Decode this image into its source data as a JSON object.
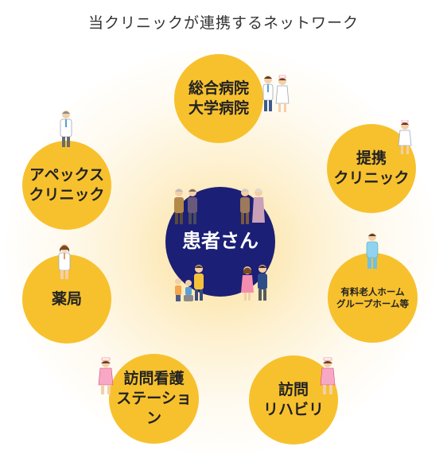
{
  "title": "当クリニックが連携するネットワーク",
  "center": {
    "label": "患者さん"
  },
  "nodes": {
    "daigaku": [
      "総合病院",
      "大学病院"
    ],
    "teikei": [
      "提携",
      "クリニック"
    ],
    "apex": [
      "アペックス",
      "クリニック"
    ],
    "yakkyoku": [
      "薬局"
    ],
    "yuryo": [
      "有料老人ホーム",
      "グループホーム等"
    ],
    "houmon": [
      "訪問看護",
      "ステーション"
    ],
    "reha": [
      "訪問",
      "リハビリ"
    ]
  },
  "icons": {
    "daigaku": "doctor-and-nurse-icon",
    "teikei": "nurse-icon",
    "apex": "doctor-icon",
    "yakkyoku": "pharmacist-icon",
    "yuryo": "caregiver-icon",
    "houmon": "visiting-nurse-icon",
    "reha": "therapist-icon",
    "patients": "patient-family-icon"
  },
  "colors": {
    "node": "#f7c12e",
    "center": "#1c1f76",
    "glow": "#f9c546",
    "title": "#333333"
  }
}
